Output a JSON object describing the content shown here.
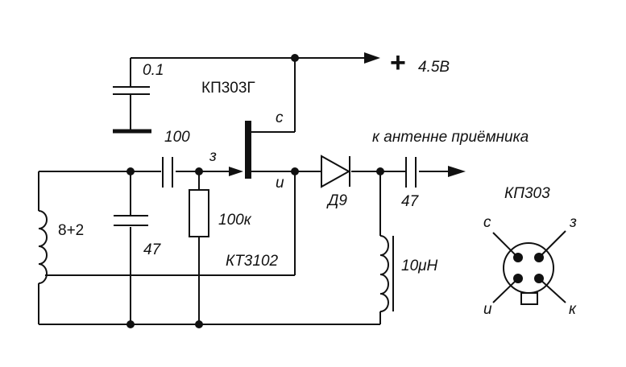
{
  "diagram": {
    "transistor_type": "КП303Г",
    "supply_voltage": "4.5В",
    "supply_plus": "+",
    "antenna_label": "к антенне приёмника",
    "diode": "Д9",
    "cap_01": "0.1",
    "cap_100": "100",
    "cap_47_left": "47",
    "cap_47_right": "47",
    "resistor_100k": "100к",
    "coil_8_2": "8+2",
    "inductor_10uH": "10μH",
    "second_transistor_note": "КТ3102",
    "pin_gate": "з",
    "pin_drain": "с",
    "pin_source": "и"
  },
  "pinout": {
    "title": "КП303",
    "pin_drain": "с",
    "pin_gate": "з",
    "pin_source": "и",
    "pin_body": "к"
  },
  "colors": {
    "ink": "#111111",
    "background": "#ffffff"
  }
}
